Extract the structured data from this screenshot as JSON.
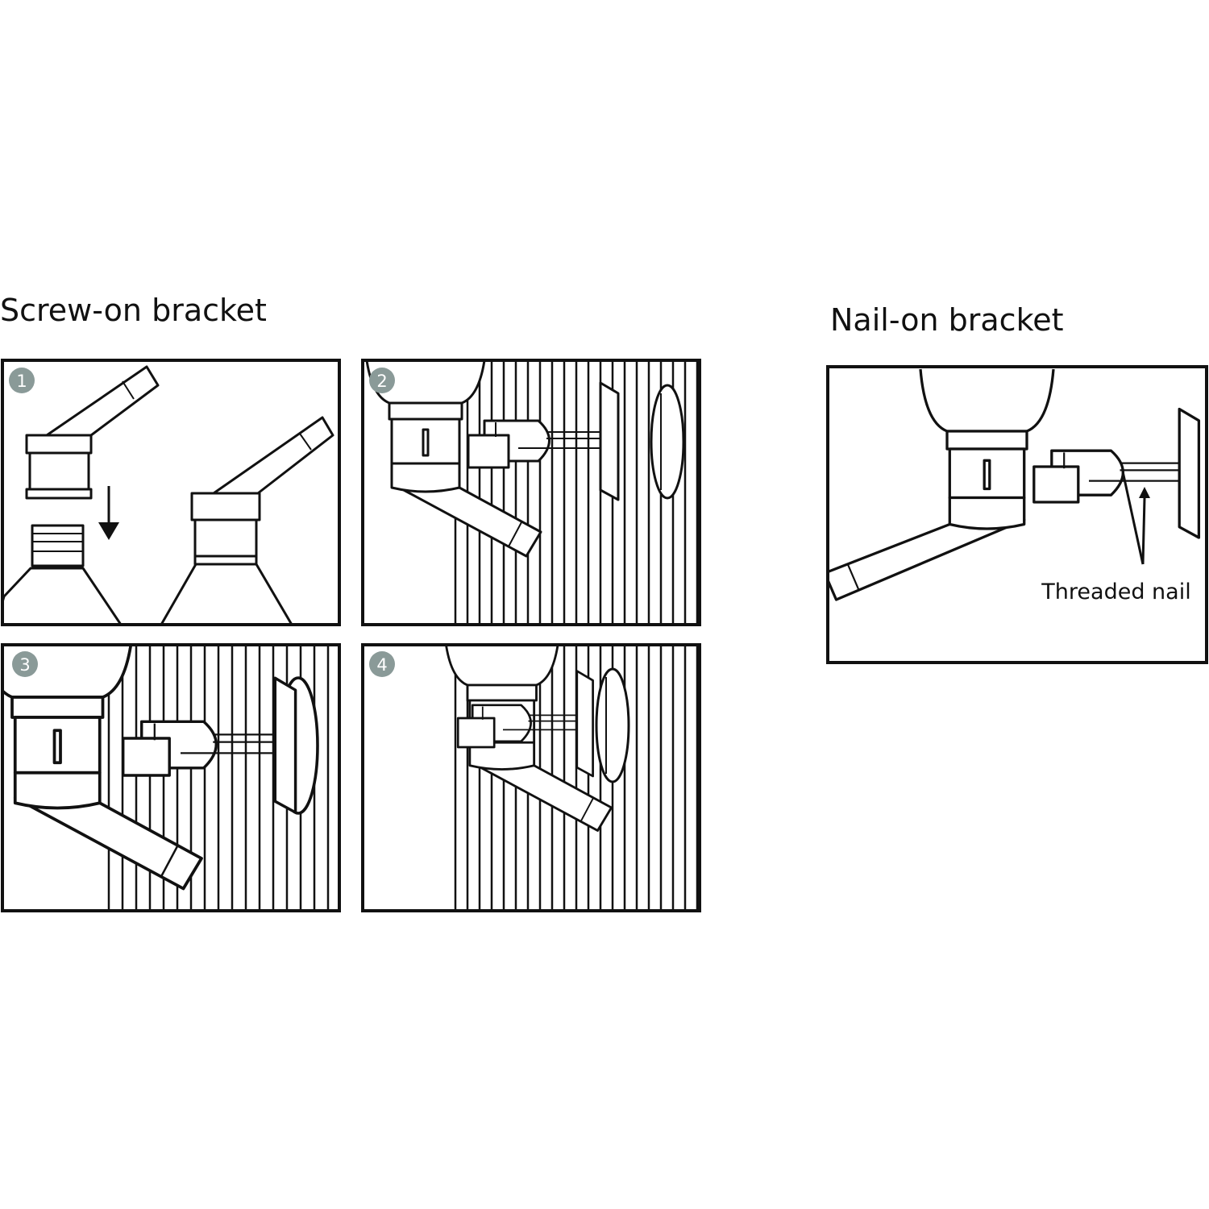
{
  "screw_on": {
    "title": "Screw-on bracket",
    "steps": [
      "1",
      "2",
      "3",
      "4"
    ]
  },
  "nail_on": {
    "title": "Nail-on bracket",
    "label": "Threaded nail"
  },
  "colors": {
    "line": "#111111",
    "badge": "#8a9a98",
    "background": "#ffffff"
  }
}
